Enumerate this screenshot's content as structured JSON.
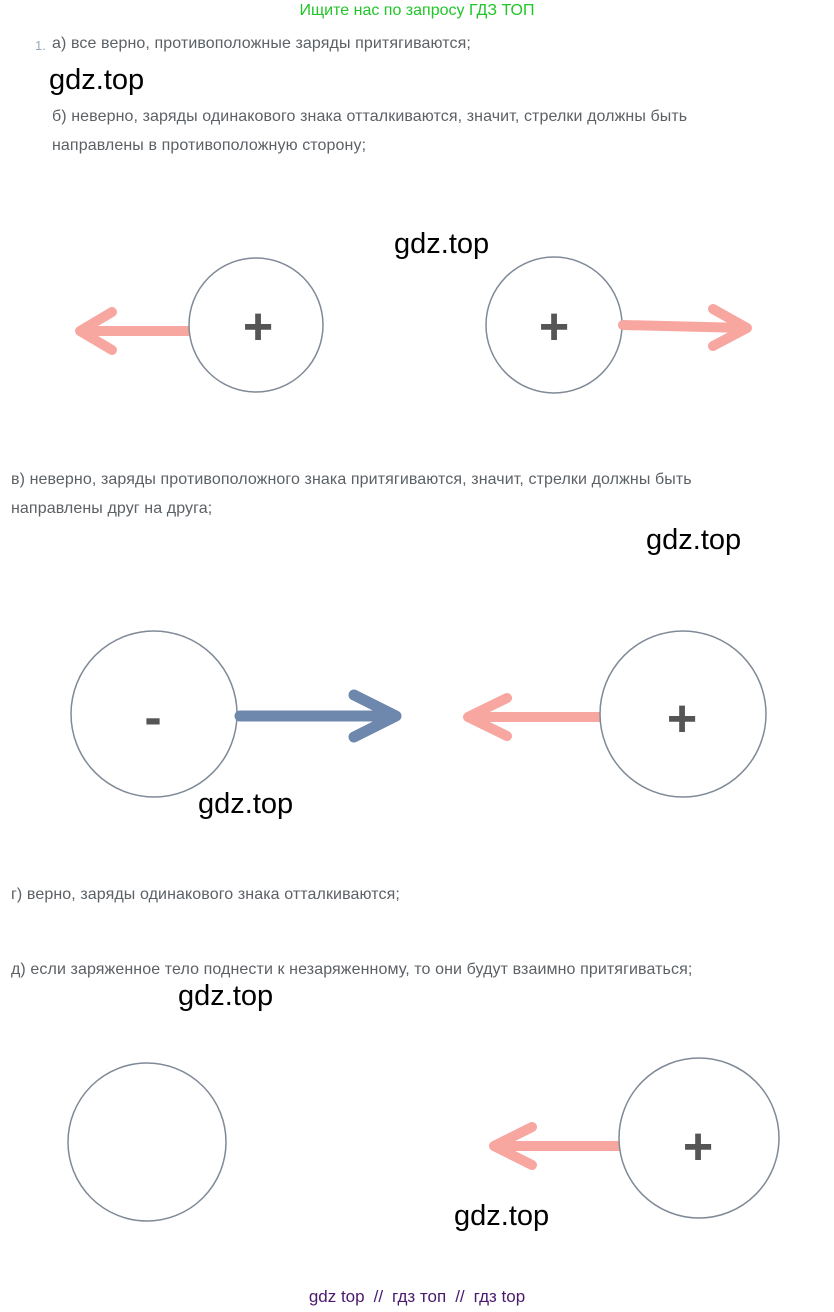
{
  "banner": "Ищите нас по запросу ГДЗ ТОП",
  "item_number": "1.",
  "paragraphs": {
    "a": "а) все верно, противоположные заряды притягиваются;",
    "b_line1": "б) неверно, заряды одинакового знака отталкиваются, значит, стрелки должны быть",
    "b_line2": "направлены в противоположную сторону;",
    "v_line1": "в) неверно, заряды противоположного знака притягиваются, значит, стрелки должны быть",
    "v_line2": "направлены друг на друга;",
    "g": "г) верно, заряды одинакового знака отталкиваются;",
    "d": "д) если заряженное тело поднести к незаряженному, то они будут взаимно притягиваться;"
  },
  "watermark": "gdz.top",
  "charges": {
    "plus": "+",
    "minus": "-"
  },
  "colors": {
    "banner": "#22c42a",
    "text": "#5c6166",
    "circle_stroke": "#7f8a96",
    "arrow_pink": "#f7a6a0",
    "arrow_blue": "#6e87ad",
    "sign": "#555555",
    "footer": "#4a1a6e"
  },
  "footer": {
    "link1": "gdz top",
    "sep": "//",
    "link2": "гдз топ",
    "link3": "гдз top"
  }
}
